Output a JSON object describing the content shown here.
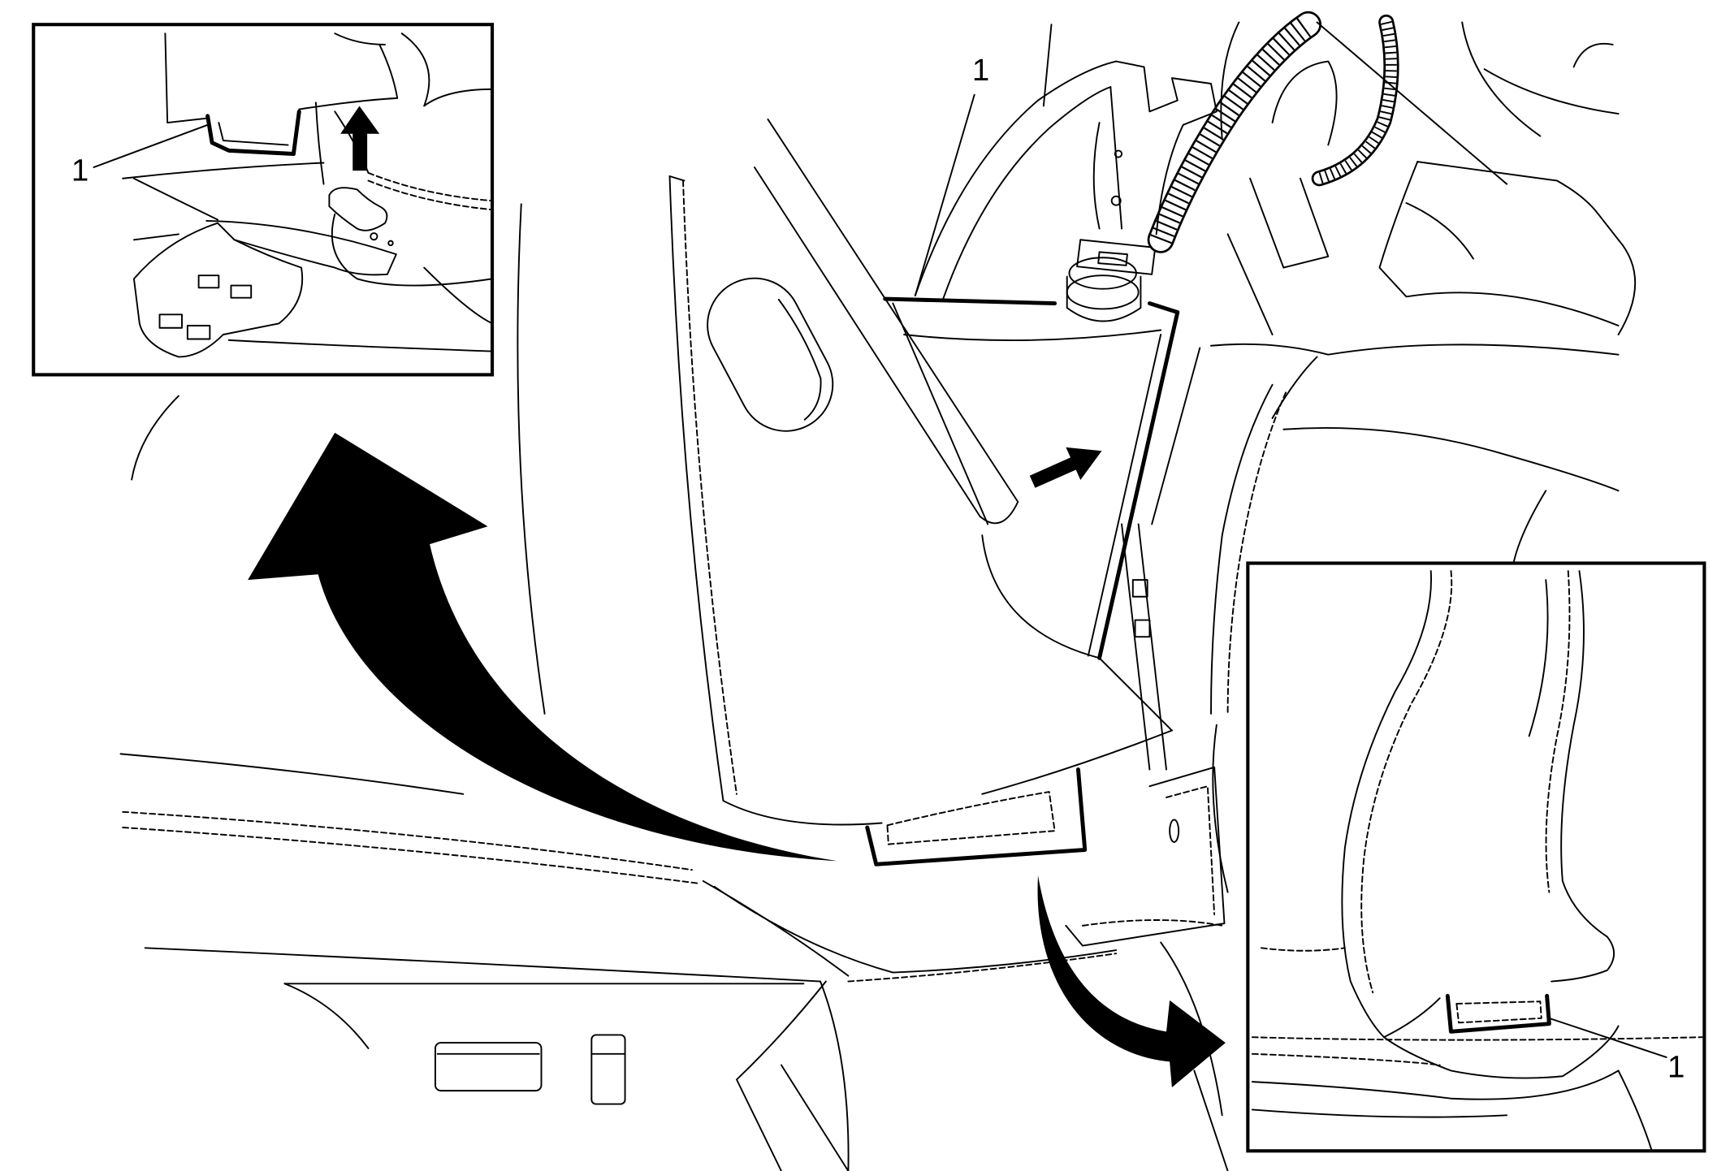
{
  "figure": {
    "inset_top_left": {
      "callout_label": "1"
    },
    "main_view": {
      "callout_label": "1"
    },
    "inset_bottom_right": {
      "callout_label": "1"
    }
  },
  "colors": {
    "ink": "#000000",
    "background": "#ffffff"
  }
}
